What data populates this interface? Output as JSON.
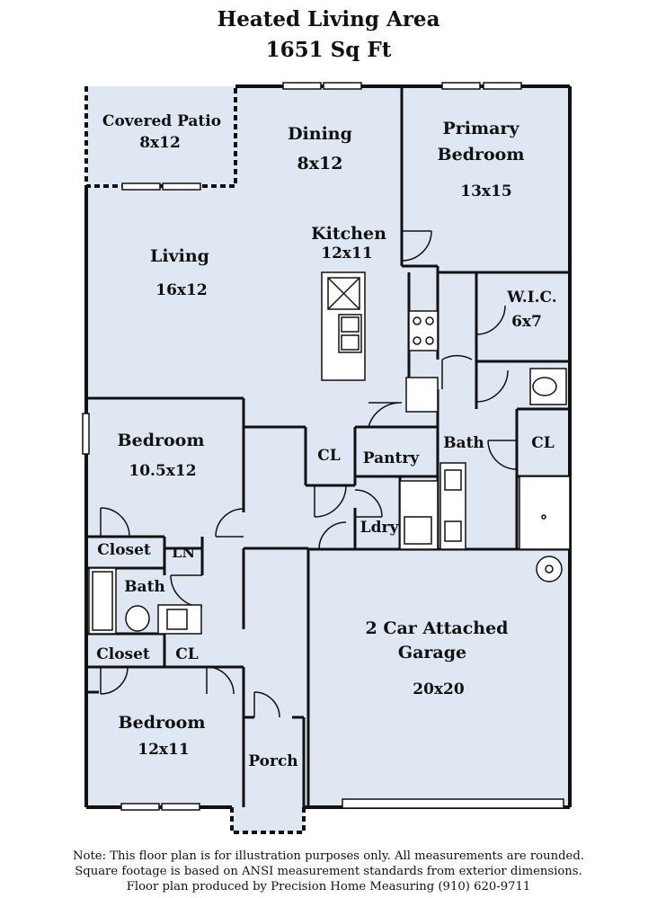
{
  "header": {
    "title": "Heated Living Area",
    "area": "1651 Sq Ft"
  },
  "rooms": {
    "covered_patio": {
      "name": "Covered Patio",
      "size": "8x12"
    },
    "dining": {
      "name": "Dining",
      "size": "8x12"
    },
    "primary_bedroom": {
      "name1": "Primary",
      "name2": "Bedroom",
      "size": "13x15"
    },
    "kitchen": {
      "name": "Kitchen",
      "size": "12x11"
    },
    "living": {
      "name": "Living",
      "size": "16x12"
    },
    "wic": {
      "name": "W.I.C.",
      "size": "6x7"
    },
    "bedroom_front": {
      "name": "Bedroom",
      "size": "10.5x12"
    },
    "cl_hall": {
      "name": "CL"
    },
    "pantry": {
      "name": "Pantry"
    },
    "primary_bath": {
      "name": "Bath"
    },
    "cl_primary": {
      "name": "CL"
    },
    "laundry": {
      "name": "Ldry"
    },
    "closet_1": {
      "name": "Closet"
    },
    "linen": {
      "name": "LN"
    },
    "bath_hall": {
      "name": "Bath"
    },
    "closet_2": {
      "name": "Closet"
    },
    "cl_bedroom": {
      "name": "CL"
    },
    "garage": {
      "name1": "2 Car Attached",
      "name2": "Garage",
      "size": "20x20"
    },
    "bedroom_rear": {
      "name": "Bedroom",
      "size": "12x11"
    },
    "porch": {
      "name": "Porch"
    }
  },
  "footer": {
    "line1": "Note: This floor plan is for illustration purposes only. All measurements are rounded.",
    "line2": "Square footage is based on ANSI measurement standards from exterior dimensions.",
    "line3": "Floor plan produced by Precision Home Measuring (910) 620-9711"
  },
  "colors": {
    "floor": "#dfe8f2",
    "wall": "#111111",
    "background": "#ffffff"
  }
}
